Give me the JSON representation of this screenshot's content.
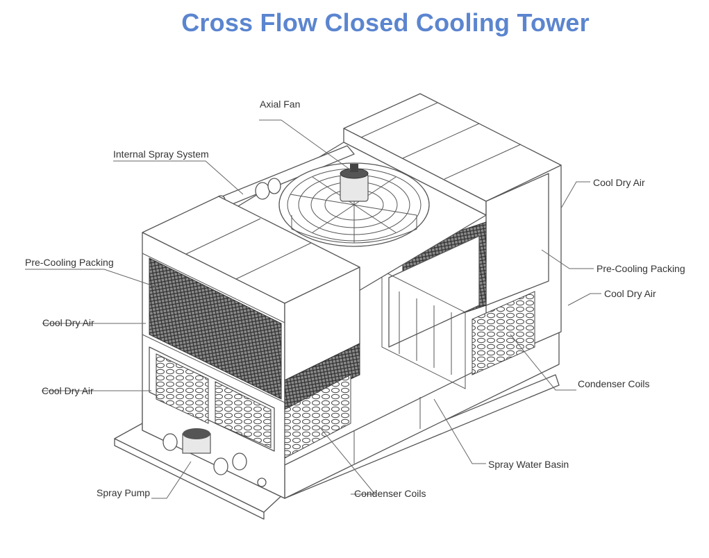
{
  "title": "Cross Flow Closed Cooling Tower",
  "labels": {
    "axial_fan": "Axial Fan",
    "internal_spray_system": "Internal Spray System",
    "cool_dry_air_right_top": "Cool Dry Air",
    "pre_cooling_packing_right": "Pre-Cooling Packing",
    "cool_dry_air_right_mid": "Cool Dry Air",
    "pre_cooling_packing_left": "Pre-Cooling Packing",
    "cool_dry_air_left_top": "Cool Dry Air",
    "cool_dry_air_left_bottom": "Cool Dry Air",
    "condenser_coils_right": "Condenser Coils",
    "spray_water_basin": "Spray Water Basin",
    "spray_pump": "Spray Pump",
    "condenser_coils_bottom": "Condenser Coils"
  }
}
